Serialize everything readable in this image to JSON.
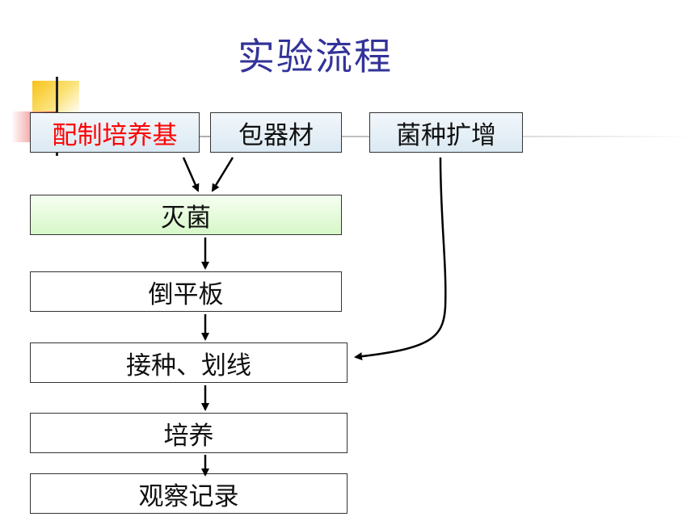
{
  "title": "实验流程",
  "top_row": {
    "prepare_medium": "配制培养基",
    "wrap_equipment": "包器材",
    "strain_expansion": "菌种扩增"
  },
  "steps": {
    "sterilize": "灭菌",
    "pour_plate": "倒平板",
    "inoculate_streak": "接种、划线",
    "culture": "培养",
    "observe_record": "观察记录"
  },
  "colors": {
    "title": "#333399",
    "highlight_text": "#ff0000",
    "top_box_fill": "#dbe9f3",
    "sterilize_fill": "#d6f7c8"
  }
}
